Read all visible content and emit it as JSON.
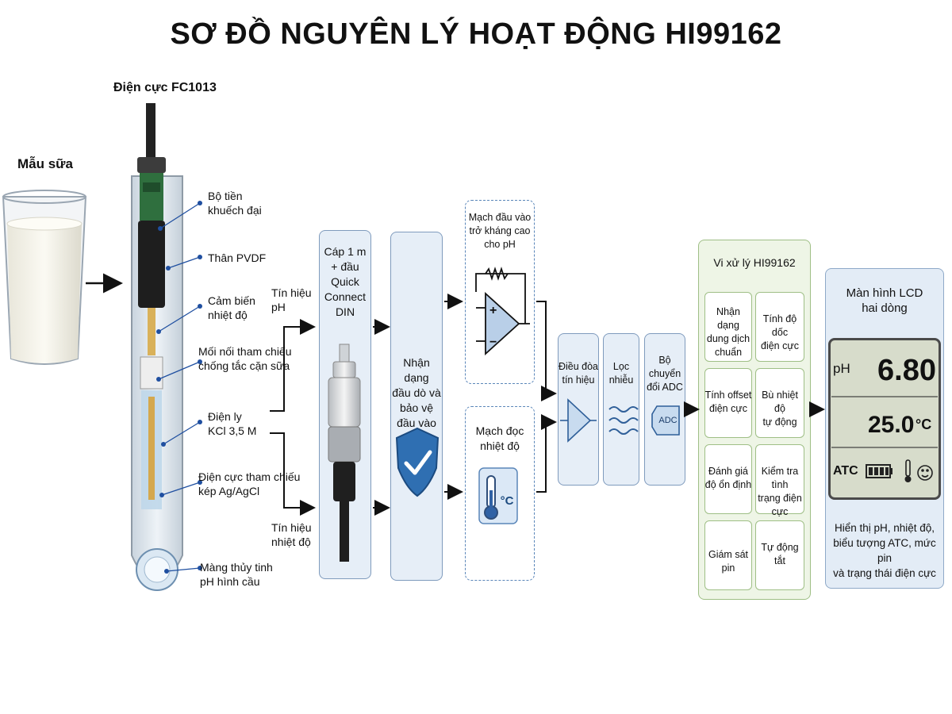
{
  "title": "SƠ ĐỒ NGUYÊN LÝ HOẠT ĐỘNG HI99162",
  "sample": {
    "label": "Mẫu sữa"
  },
  "electrode": {
    "title": "Điện cực FC1013",
    "parts": [
      "Bộ tiền\nkhuếch đại",
      "Thân PVDF",
      "Cảm biến\nnhiệt độ",
      "Mối nối tham chiếu\nchống tắc cặn sữa",
      "Điện ly\nKCl 3,5 M",
      "Điện cực tham chiếu\nkép Ag/AgCl",
      "Màng thủy tinh\npH hình cầu"
    ]
  },
  "signals": {
    "ph": "Tín hiệu\npH",
    "temp": "Tín hiệu\nnhiệt độ"
  },
  "cable": {
    "label": "Cáp 1 m\n+ đầu\nQuick\nConnect\nDIN"
  },
  "input_protection": {
    "label": "Nhận dạng\nđầu dò và\nbảo vệ\nđầu vào"
  },
  "high_impedance": {
    "label": "Mạch đầu vào\ntrở kháng cao\ncho pH"
  },
  "temp_circuit": {
    "label": "Mạch đọc\nnhiệt độ",
    "unit": "°C"
  },
  "conditioning": {
    "label": "Điều đòa\ntín hiệu"
  },
  "filter": {
    "label": "Lọc\nnhiễu"
  },
  "adc": {
    "label": "Bộ chuyển\nđổi ADC",
    "chip": "ADC"
  },
  "processor": {
    "title": "Vi xử lý HI99162",
    "cells": [
      "Nhận dạng\ndung dịch\nchuẩn",
      "Tính độ dốc\nđiện cực",
      "Tính offset\nđiện cực",
      "Bù nhiệt độ\ntự động",
      "Đánh giá\nđộ ổn định",
      "Kiểm tra tình\ntrạng điện cực",
      "Giám sát pin",
      "Tự động\ntắt"
    ]
  },
  "display": {
    "title": "Màn hình LCD\nhai dòng",
    "ph_label": "pH",
    "ph_value": "6.80",
    "temp_value": "25.0",
    "temp_unit": "°C",
    "atc": "ATC",
    "caption": "Hiển thị pH, nhiệt độ,\nbiểu tượng ATC, mức pin\nvà trạng thái điện cực"
  }
}
